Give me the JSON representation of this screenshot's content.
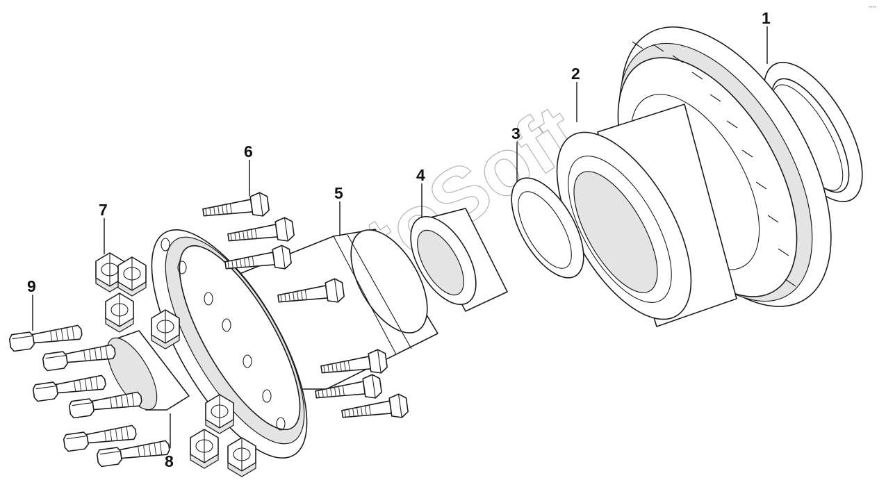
{
  "diagram": {
    "callouts": [
      {
        "id": "1",
        "label": "1"
      },
      {
        "id": "2",
        "label": "2"
      },
      {
        "id": "3",
        "label": "3"
      },
      {
        "id": "4",
        "label": "4"
      },
      {
        "id": "5",
        "label": "5"
      },
      {
        "id": "6",
        "label": "6"
      },
      {
        "id": "7",
        "label": "7"
      },
      {
        "id": "8",
        "label": "8"
      },
      {
        "id": "9",
        "label": "9"
      }
    ],
    "watermark": "AutoSoft",
    "corner_mark": "°°°°"
  }
}
